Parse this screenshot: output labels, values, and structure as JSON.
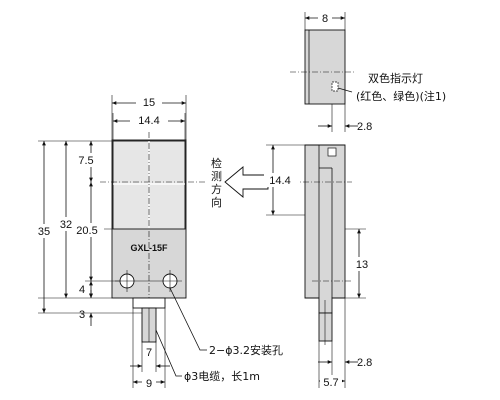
{
  "model_label": "GXL-15F",
  "labels": {
    "led_line1": "双色指示灯",
    "led_line2": "(红色、绿色)(注1)",
    "direction_chars": [
      "检",
      "测",
      "方",
      "向"
    ],
    "mounting_holes": "2−ϕ3.2安装孔",
    "cable": "ϕ3电缆，长1m"
  },
  "dimensions": {
    "width_15": "15",
    "width_14_4": "14.4",
    "height_35": "35",
    "height_32": "32",
    "dim_7_5": "7.5",
    "dim_20_5": "20.5",
    "dim_4": "4",
    "dim_3": "3",
    "dim_7": "7",
    "dim_9": "9",
    "side_8": "8",
    "side_2_8_top": "2.8",
    "side_14_4": "14.4",
    "side_13": "13",
    "side_2_8_bottom": "2.8",
    "side_5_7": "5.7"
  }
}
